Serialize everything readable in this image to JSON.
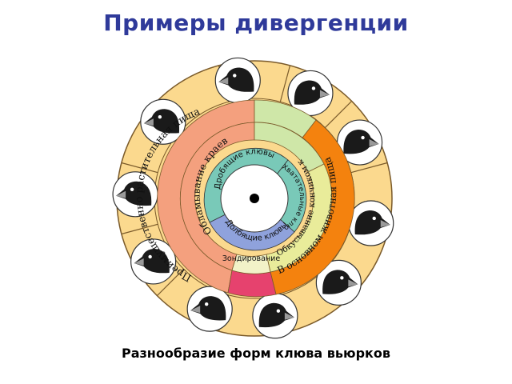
{
  "title": "Примеры дивергенции",
  "caption": "Разнообразие форм клюва вьюрков",
  "colors": {
    "title": "#2f3a9a",
    "outer_ring": "#fbd98e",
    "outer_ring_stroke": "#7a5a2a",
    "plant_band": "#f4a07e",
    "animal_band": "#f4820e",
    "green_band": "#cfe7a8",
    "pink_band": "#e6426e",
    "teal": "#79c9b8",
    "blue": "#8fa2dc",
    "yellow": "#e9ec9a",
    "center": "#ffffff"
  },
  "outer_labels": {
    "plant": "Преимущественно растительная пища",
    "animal": "В основном животная пища"
  },
  "middle_labels": {
    "split_fruit": "Обламывание краев",
    "bite_tips": "Обкусывание кончиком клюва"
  },
  "inner_labels": {
    "crushing": "Дробящие клювы",
    "grasping": "Хватательные клювы",
    "chiseling": "Долбящие клювы",
    "probing": "Зондирование"
  },
  "birds_count_shown": 10
}
